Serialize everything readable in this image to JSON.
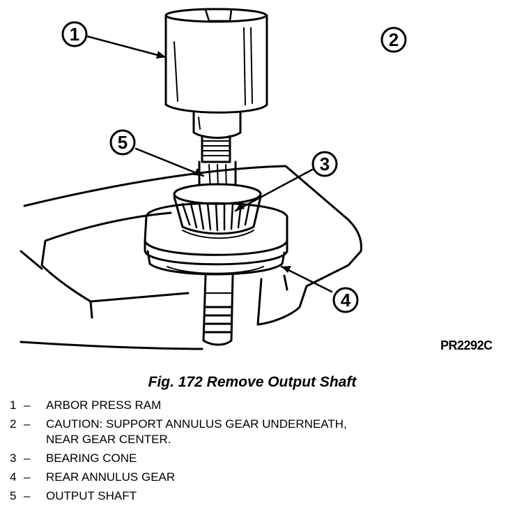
{
  "figure_code": "PR2292C",
  "caption": "Fig. 172 Remove Output Shaft",
  "callouts": [
    "1",
    "2",
    "3",
    "4",
    "5"
  ],
  "legend": [
    {
      "num": "1",
      "dash": "–",
      "text": "ARBOR PRESS RAM"
    },
    {
      "num": "2",
      "dash": "–",
      "text": "CAUTION: SUPPORT ANNULUS GEAR UNDERNEATH,\nNEAR GEAR CENTER."
    },
    {
      "num": "3",
      "dash": "–",
      "text": "BEARING CONE"
    },
    {
      "num": "4",
      "dash": "–",
      "text": "REAR ANNULUS GEAR"
    },
    {
      "num": "5",
      "dash": "–",
      "text": "OUTPUT SHAFT"
    }
  ]
}
